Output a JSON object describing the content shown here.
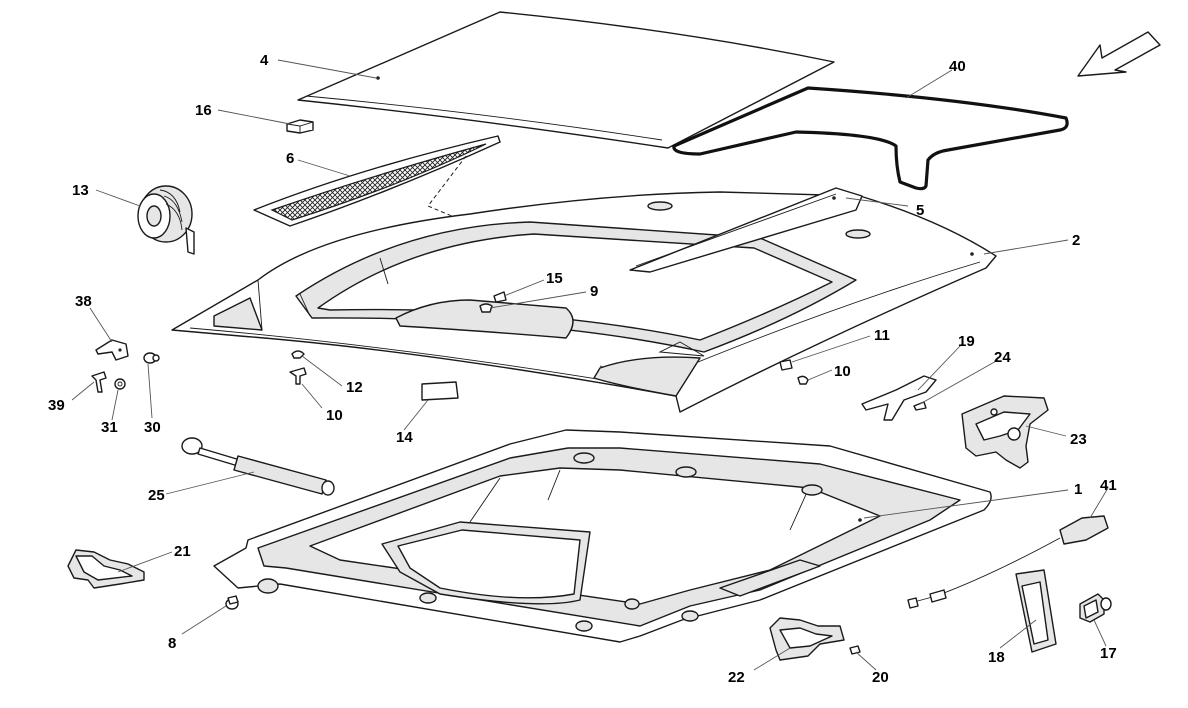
{
  "callouts": [
    {
      "id": "c4",
      "label": "4"
    },
    {
      "id": "c40",
      "label": "40"
    },
    {
      "id": "c16",
      "label": "16"
    },
    {
      "id": "c6",
      "label": "6"
    },
    {
      "id": "c13",
      "label": "13"
    },
    {
      "id": "c5",
      "label": "5"
    },
    {
      "id": "c2",
      "label": "2"
    },
    {
      "id": "c15",
      "label": "15"
    },
    {
      "id": "c9",
      "label": "9"
    },
    {
      "id": "c38",
      "label": "38"
    },
    {
      "id": "c39",
      "label": "39"
    },
    {
      "id": "c31",
      "label": "31"
    },
    {
      "id": "c30",
      "label": "30"
    },
    {
      "id": "c12",
      "label": "12"
    },
    {
      "id": "c10a",
      "label": "10"
    },
    {
      "id": "c14",
      "label": "14"
    },
    {
      "id": "c11",
      "label": "11"
    },
    {
      "id": "c10b",
      "label": "10"
    },
    {
      "id": "c19",
      "label": "19"
    },
    {
      "id": "c24",
      "label": "24"
    },
    {
      "id": "c23",
      "label": "23"
    },
    {
      "id": "c25",
      "label": "25"
    },
    {
      "id": "c1",
      "label": "1"
    },
    {
      "id": "c41",
      "label": "41"
    },
    {
      "id": "c21",
      "label": "21"
    },
    {
      "id": "c8",
      "label": "8"
    },
    {
      "id": "c22",
      "label": "22"
    },
    {
      "id": "c20",
      "label": "20"
    },
    {
      "id": "c18",
      "label": "18"
    },
    {
      "id": "c17",
      "label": "17"
    }
  ],
  "icons": {
    "direction_arrow": "direction-arrow-icon"
  }
}
